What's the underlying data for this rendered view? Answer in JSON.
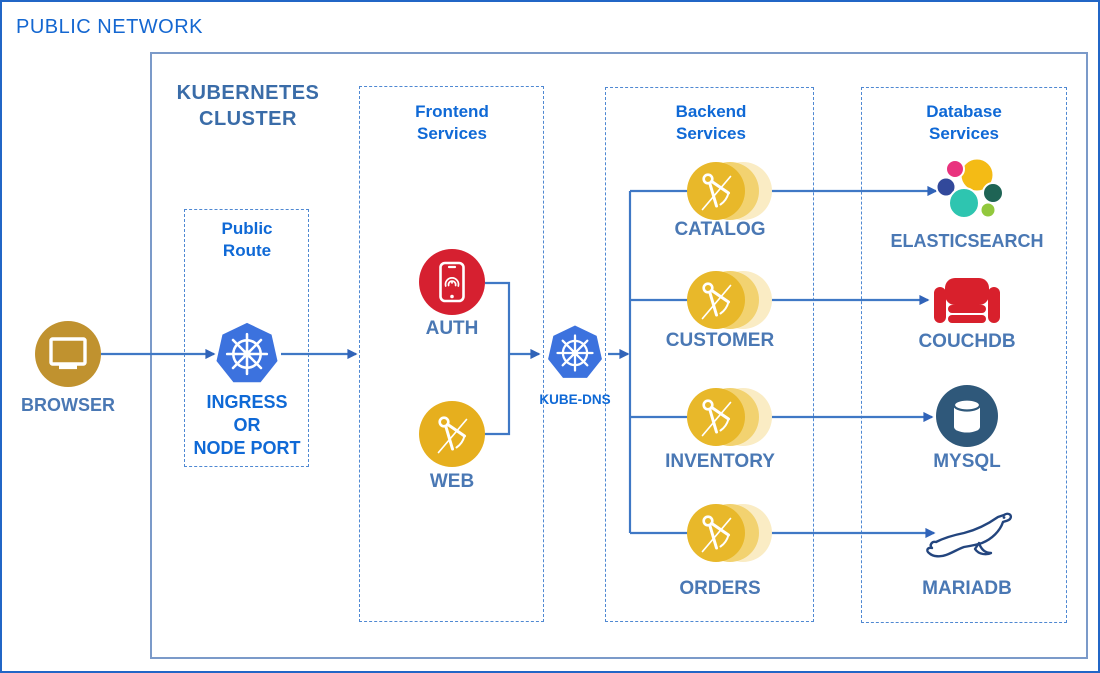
{
  "network": {
    "label": "PUBLIC NETWORK"
  },
  "cluster": {
    "title_lines": [
      "KUBERNETES",
      "CLUSTER"
    ]
  },
  "groups": {
    "public_route": {
      "title_lines": [
        "Public",
        "Route"
      ]
    },
    "frontend": {
      "title_lines": [
        "Frontend",
        "Services"
      ]
    },
    "backend": {
      "title_lines": [
        "Backend",
        "Services"
      ]
    },
    "database": {
      "title_lines": [
        "Database",
        "Services"
      ]
    }
  },
  "nodes": {
    "browser": {
      "label": "BROWSER",
      "icon": "monitor-icon"
    },
    "ingress": {
      "label_lines": [
        "INGRESS",
        "OR",
        "NODE PORT"
      ],
      "icon": "kubernetes-wheel-icon"
    },
    "auth": {
      "label": "AUTH",
      "icon": "fingerprint-phone-icon"
    },
    "web": {
      "label": "WEB",
      "icon": "drafting-compass-icon"
    },
    "kube_dns": {
      "label": "KUBE-DNS",
      "icon": "kubernetes-wheel-icon"
    },
    "catalog": {
      "label": "CATALOG",
      "icon": "drafting-compass-stack-icon"
    },
    "customer": {
      "label": "CUSTOMER",
      "icon": "drafting-compass-stack-icon"
    },
    "inventory": {
      "label": "INVENTORY",
      "icon": "drafting-compass-stack-icon"
    },
    "orders": {
      "label": "ORDERS",
      "icon": "drafting-compass-stack-icon"
    },
    "elasticsearch": {
      "label": "ELASTICSEARCH",
      "icon": "elasticsearch-logo-icon"
    },
    "couchdb": {
      "label": "COUCHDB",
      "icon": "couch-icon"
    },
    "mysql": {
      "label": "MYSQL",
      "icon": "database-cylinder-icon"
    },
    "mariadb": {
      "label": "MARIADB",
      "icon": "seal-icon"
    }
  },
  "edges": [
    {
      "from": "BROWSER",
      "to": "INGRESS OR NODE PORT"
    },
    {
      "from": "INGRESS OR NODE PORT",
      "to": "Frontend Services"
    },
    {
      "from": "AUTH",
      "to": "KUBE-DNS"
    },
    {
      "from": "WEB",
      "to": "KUBE-DNS"
    },
    {
      "from": "KUBE-DNS",
      "to": "Backend Services"
    },
    {
      "from": "CATALOG",
      "to": "ELASTICSEARCH"
    },
    {
      "from": "CUSTOMER",
      "to": "COUCHDB"
    },
    {
      "from": "INVENTORY",
      "to": "MYSQL"
    },
    {
      "from": "ORDERS",
      "to": "MARIADB"
    }
  ],
  "colors": {
    "outer_border": "#2166c6",
    "cluster_border": "#7b9ac9",
    "dashed_border": "#4f88d2",
    "vivid_text": "#0f69d6",
    "muted_text": "#4a78b4",
    "line": "#3f78c5",
    "arrowhead": "#3063b8",
    "kubernetes_blue": "#3c72de",
    "browser_gold": "#c0922f",
    "auth_red": "#d62030",
    "web_yellow": "#e6af1e",
    "stack_yellow": "#e8b82a",
    "couchdb_red": "#d8202c",
    "mysql_navy": "#2f587a",
    "mariadb_navy": "#23457e",
    "es_pink": "#e9327e",
    "es_yellow": "#f4bb15",
    "es_navy": "#32499b",
    "es_teal": "#2ec5b0",
    "es_dark_green": "#1e6455",
    "es_light_green": "#92c83d"
  }
}
